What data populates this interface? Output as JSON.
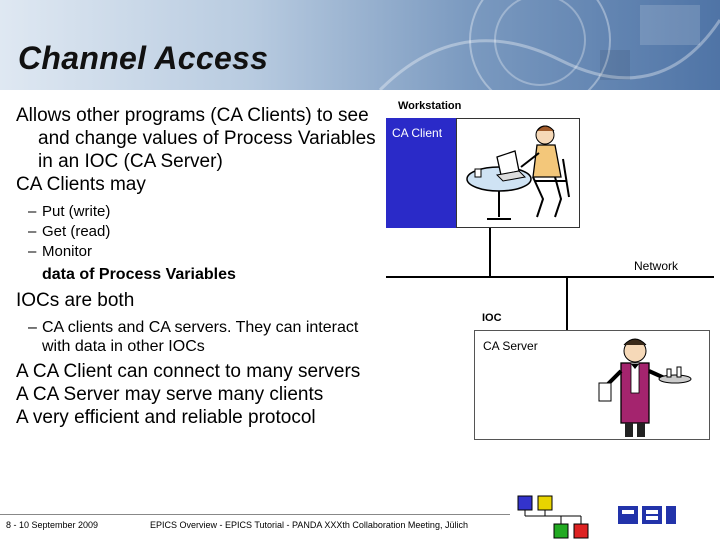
{
  "slide": {
    "title": "Channel Access"
  },
  "body": {
    "para1": "Allows other programs (CA Clients) to see and change values of Process Variables in an IOC    (CA Server)",
    "para2": "CA Clients may",
    "sub_items": [
      "Put (write)",
      "Get (read)",
      "Monitor"
    ],
    "bold_line": "data of Process Variables",
    "para3": "IOCs are both",
    "sub_item_iocs": "CA clients and CA servers. They can interact with data in other IOCs",
    "para4": "A CA Client can connect to many servers",
    "para5": "A CA Server may serve many clients",
    "para6": "A very efficient and reliable protocol"
  },
  "diagram": {
    "workstation_label": "Workstation",
    "ca_client_label": "CA Client",
    "network_label": "Network",
    "ioc_label": "IOC",
    "ca_server_label": "CA Server"
  },
  "footer": {
    "date": "8 - 10 September 2009",
    "title": "EPICS Overview - EPICS Tutorial - PANDA XXXth Collaboration Meeting, Jülich"
  },
  "colors": {
    "client_box": "#2a2ac8",
    "logo_blue": "#2233aa"
  }
}
